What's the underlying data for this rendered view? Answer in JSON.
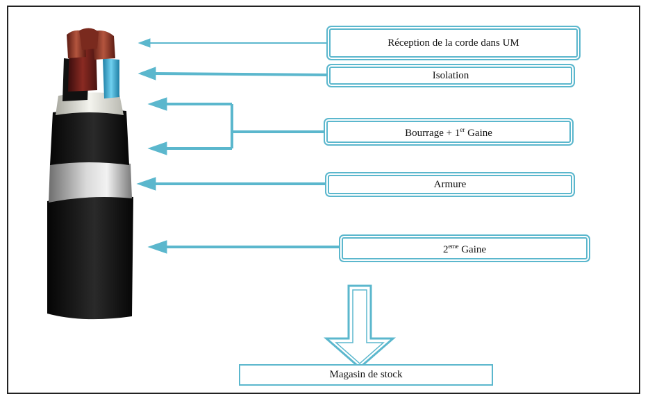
{
  "labels": {
    "reception": "Réception de la corde dans UM",
    "isolation": "Isolation",
    "bourrage_prefix": "Bourrage + 1",
    "bourrage_sup": "er",
    "bourrage_suffix": " Gaine",
    "armure": "Armure",
    "gaine2_prefix": "2",
    "gaine2_sup": "eme",
    "gaine2_suffix": " Gaine",
    "stock": "Magasin de stock"
  },
  "colors": {
    "arrow": "#5bb7cd",
    "box_border": "#5bb7cd",
    "frame": "#222222"
  },
  "layers": [
    "conductor-cores",
    "insulation",
    "filler-sheath",
    "armour",
    "outer-sheath"
  ]
}
